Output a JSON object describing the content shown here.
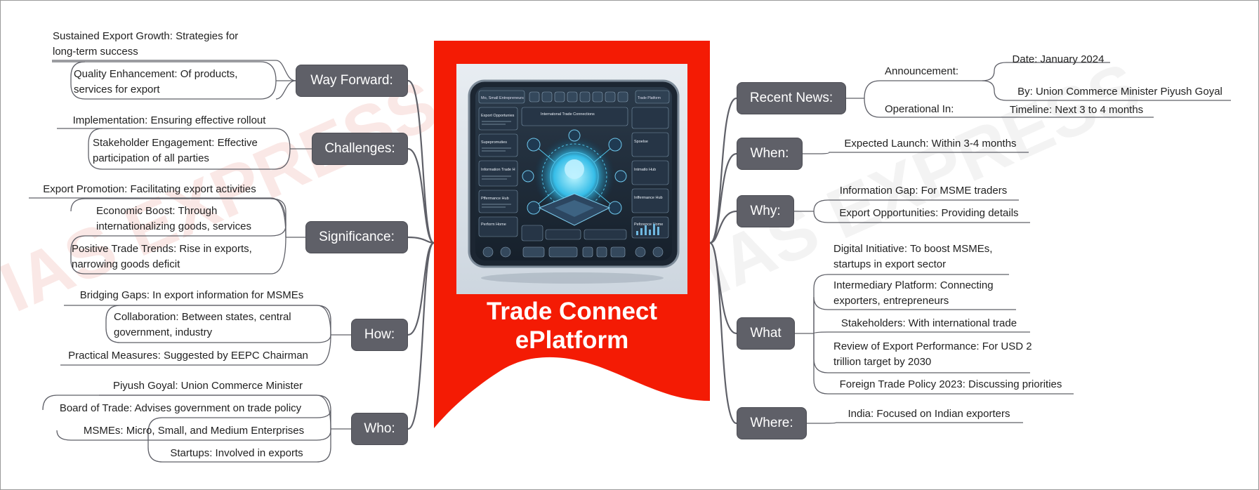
{
  "colors": {
    "central": "#f41b04",
    "node_fill": "#5f6068",
    "connector": "#5f6068",
    "watermark": "#f3c8c3"
  },
  "watermark_text": "IAS EXPRESS",
  "central": {
    "title_line1": "Trade Connect",
    "title_line2": "ePlatform",
    "image_labels": {
      "top_left": "Mo, Small Entrepreneurs",
      "top_middle": "Internatonal Trade Connections",
      "top_right": "Trade Platform",
      "left1": "Export Opportunies",
      "left2": "Supepromuties",
      "left3": "Information Trade H",
      "left4": "Pffermance Hub",
      "left5": "Perform Home",
      "right1": "Spoelse",
      "right2": "Intmatlo Hub",
      "right3": "Inffermance Hub",
      "right4": "Peforence Home"
    }
  },
  "left": {
    "way_forward": {
      "label": "Way Forward:",
      "items": [
        "Sustained Export Growth: Strategies for long-term success",
        "Quality Enhancement: Of products, services for export"
      ]
    },
    "challenges": {
      "label": "Challenges:",
      "items": [
        "Implementation: Ensuring effective rollout",
        "Stakeholder Engagement: Effective participation of all parties"
      ]
    },
    "significance": {
      "label": "Significance:",
      "items": [
        "Export Promotion: Facilitating export activities",
        "Economic Boost: Through internationalizing goods, services",
        "Positive Trade Trends: Rise in exports, narrowing goods deficit"
      ]
    },
    "how": {
      "label": "How:",
      "items": [
        "Bridging Gaps: In export information for MSMEs",
        "Collaboration: Between states, central government, industry",
        "Practical Measures: Suggested by EEPC Chairman"
      ]
    },
    "who": {
      "label": "Who:",
      "items": [
        "Piyush Goyal: Union Commerce Minister",
        "Board of Trade: Advises government on trade policy",
        "MSMEs: Micro, Small, and Medium Enterprises",
        "Startups: Involved in exports"
      ]
    }
  },
  "right": {
    "recent_news": {
      "label": "Recent News:",
      "announcement": {
        "label": "Announcement:",
        "items": [
          "Date: January 2024",
          "By: Union Commerce Minister Piyush Goyal"
        ]
      },
      "operational": {
        "label": "Operational In:",
        "items": [
          "Timeline: Next 3 to 4 months"
        ]
      }
    },
    "when": {
      "label": "When:",
      "items": [
        "Expected Launch: Within 3-4 months"
      ]
    },
    "why": {
      "label": "Why:",
      "items": [
        "Information Gap: For MSME traders",
        "Export Opportunities: Providing details"
      ]
    },
    "what": {
      "label": "What",
      "items": [
        "Digital Initiative: To boost MSMEs, startups in export sector",
        "Intermediary Platform: Connecting exporters, entrepreneurs",
        "Stakeholders: With international trade",
        "Review of Export Performance: For USD 2 trillion target by 2030",
        "Foreign Trade Policy 2023: Discussing priorities"
      ]
    },
    "where": {
      "label": "Where:",
      "items": [
        "India: Focused on Indian exporters"
      ]
    }
  }
}
